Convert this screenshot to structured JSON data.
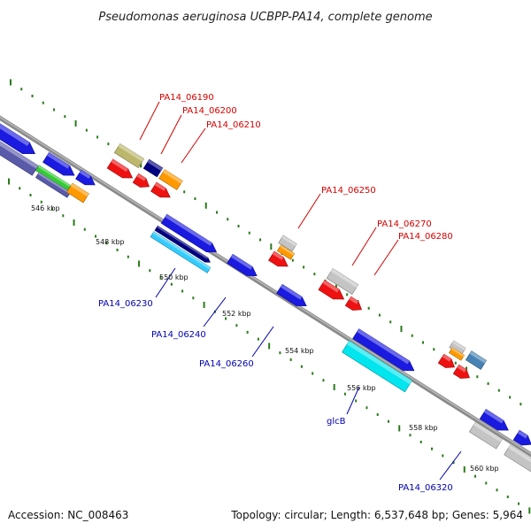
{
  "header": {
    "title": "Pseudomonas aeruginosa UCBPP-PA14, complete genome"
  },
  "footer": {
    "accession": "Accession: NC_008463",
    "summary": "Topology: circular; Length: 6,537,648 bp; Genes: 5,964"
  },
  "scale": {
    "ticks": [
      "546 kbp",
      "548 kbp",
      "550 kbp",
      "552 kbp",
      "554 kbp",
      "556 kbp",
      "558 kbp",
      "560 kbp"
    ]
  },
  "labels": {
    "red": [
      "PA14_06190",
      "PA14_06200",
      "PA14_06210",
      "PA14_06250",
      "PA14_06270",
      "PA14_06280"
    ],
    "blue": [
      "PA14_06230",
      "PA14_06240",
      "PA14_06260",
      "glcB",
      "PA14_06320"
    ]
  },
  "colors": {
    "backbone": "#8a8a8a",
    "tick": "#2a7a1a",
    "gene_blue": "#1a1ae0",
    "gene_red": "#ee1111",
    "gene_orange": "#ff9900",
    "gene_gray": "#c4c4c4",
    "gene_khaki": "#bdb76b",
    "gene_navy": "#000080",
    "gene_cyan": "#00e5ee",
    "gene_skyblue": "#33ccff",
    "gene_slate": "#5a5aaa",
    "gene_green": "#33cc33",
    "gene_steel": "#4682b4",
    "label_red": "#d40000",
    "label_blue": "#0000b0"
  }
}
